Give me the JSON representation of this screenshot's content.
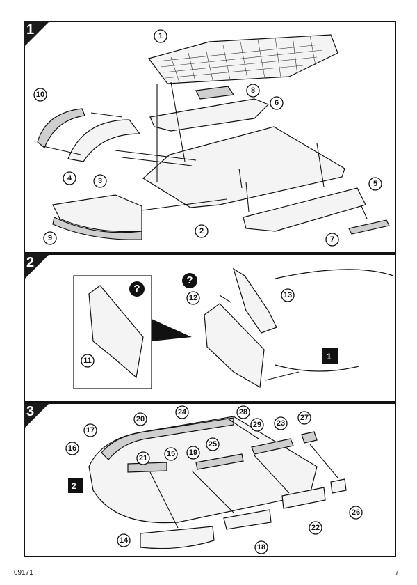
{
  "steps": [
    {
      "number": "1",
      "callouts": [
        "1",
        "2",
        "3",
        "4",
        "5",
        "6",
        "7",
        "8",
        "9",
        "10"
      ]
    },
    {
      "number": "2",
      "callouts": [
        "11",
        "12",
        "13"
      ],
      "reference_step": "1",
      "help_symbol": "?"
    },
    {
      "number": "3",
      "callouts": [
        "14",
        "15",
        "16",
        "17",
        "18",
        "19",
        "20",
        "21",
        "22",
        "23",
        "24",
        "25",
        "26",
        "27",
        "28",
        "29"
      ],
      "reference_step": "2"
    }
  ],
  "footer": {
    "code": "09171",
    "page": "7"
  }
}
